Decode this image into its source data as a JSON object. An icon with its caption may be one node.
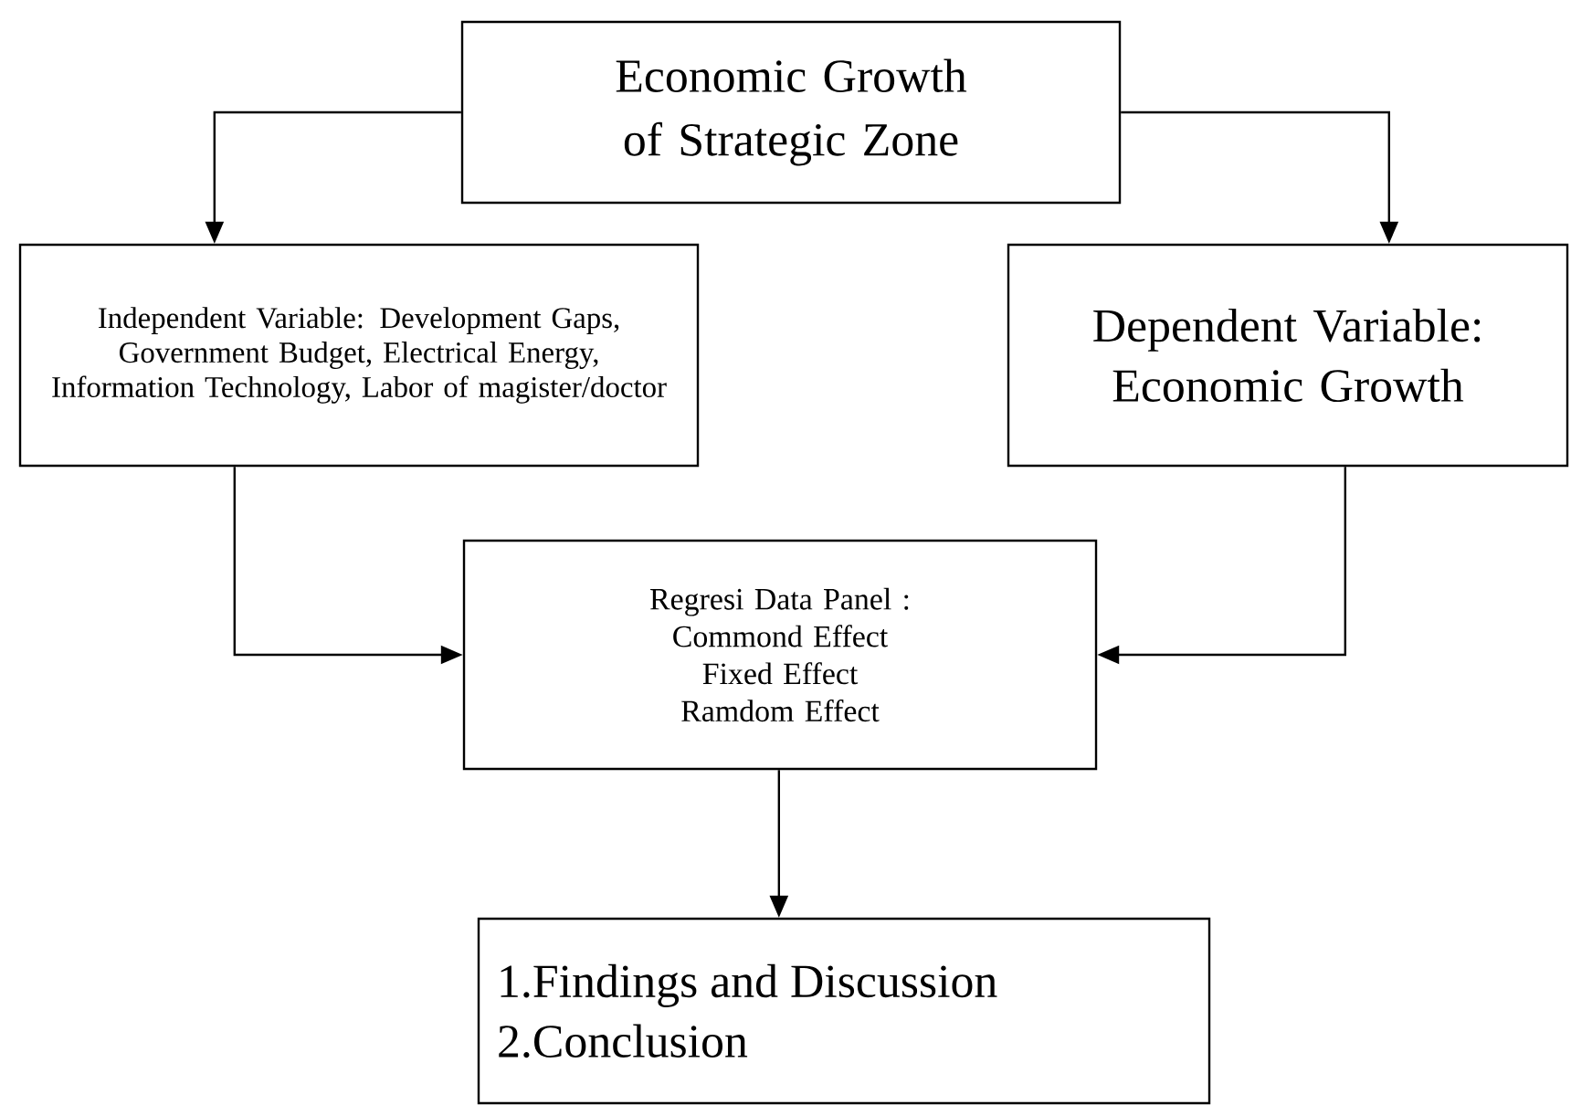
{
  "diagram": {
    "nodes": [
      {
        "text": [
          "Economic Growth of Strategic Zone"
        ]
      },
      {
        "text": [
          "Independent Variable: Development Gaps, Government Budget, Electrical Energy, Information Technology, Labor of magister/doctor"
        ]
      },
      {
        "text": [
          "Dependent Variable: Economic Growth"
        ]
      },
      {
        "text": [
          "Regresi Data Panel :",
          "Commond Effect",
          "Fixed Effect",
          "Ramdom Effect"
        ]
      },
      {
        "text": [
          "1.Findings and Discussion",
          "2.Conclusion"
        ]
      }
    ],
    "edges": [
      {
        "from": 0,
        "to": 1,
        "arrow": "to"
      },
      {
        "from": 0,
        "to": 2,
        "arrow": "to"
      },
      {
        "from": 1,
        "to": 3,
        "arrow": "to"
      },
      {
        "from": 2,
        "to": 3,
        "arrow": "to"
      },
      {
        "from": 3,
        "to": 4,
        "arrow": "to"
      }
    ]
  }
}
